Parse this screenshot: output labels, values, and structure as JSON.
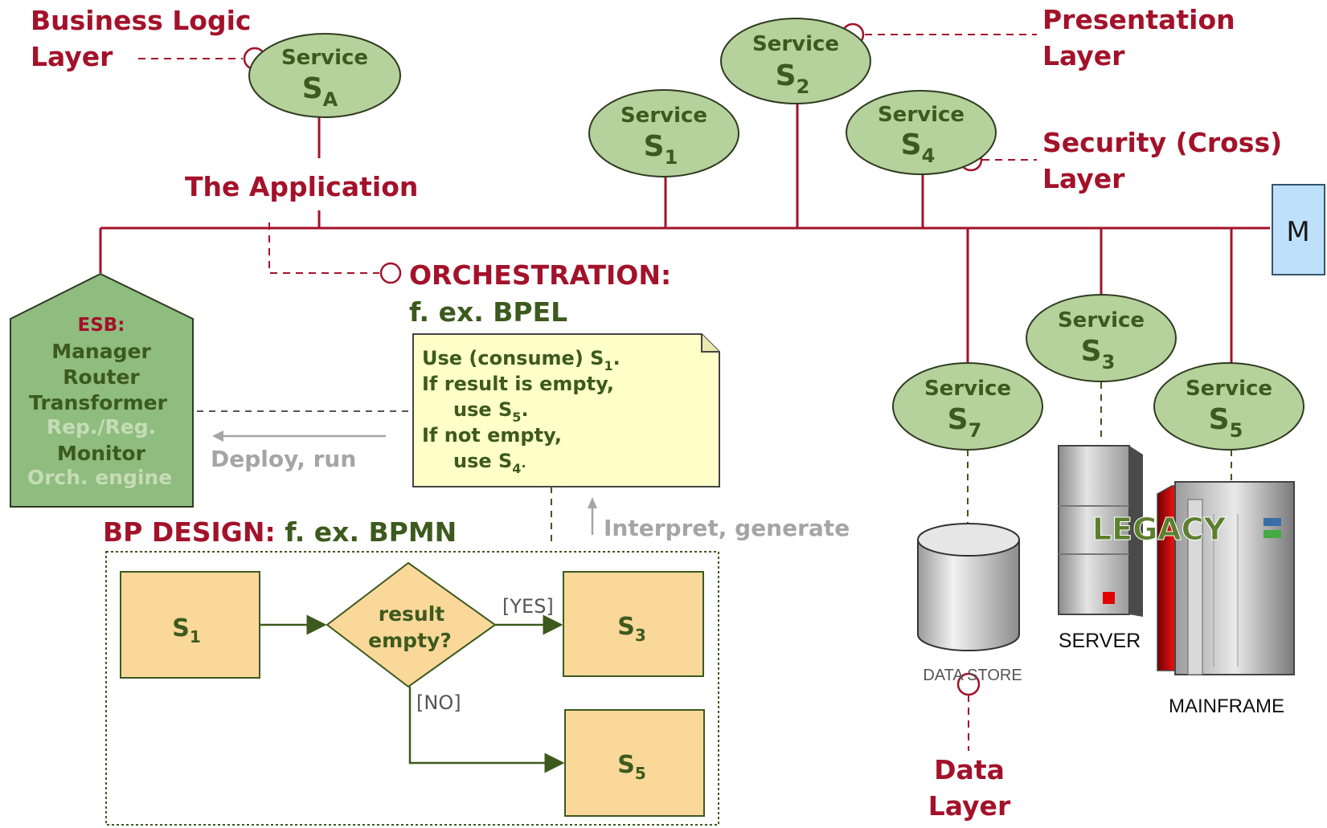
{
  "colors": {
    "accent_red": "#a3122a",
    "label_green": "#3d5a1e",
    "service_fill": "#b5d19c",
    "esb_fill": "#8fbc7f",
    "note_fill": "#ffffc8",
    "bpmn_fill": "#fad89a",
    "monitor_fill": "#bfe0fb",
    "muted_gray": "#a5a5a5"
  },
  "layers": {
    "business_logic": [
      "Business Logic",
      "Layer"
    ],
    "presentation": [
      "Presentation",
      "Layer"
    ],
    "security": [
      "Security (Cross)",
      "Layer"
    ],
    "data": [
      "Data",
      "Layer"
    ]
  },
  "application_label": "The Application",
  "services": {
    "word": "Service",
    "letter": "S",
    "sa": "A",
    "s1": "1",
    "s2": "2",
    "s3": "3",
    "s4": "4",
    "s5": "5",
    "s7": "7"
  },
  "monitor_label": "M",
  "esb": {
    "title": "ESB:",
    "items": [
      "Manager",
      "Router",
      "Transformer"
    ],
    "muted_items": [
      "Rep./Reg."
    ],
    "monitor": "Monitor",
    "orch": "Orch. engine"
  },
  "orchestration": {
    "title": "ORCHESTRATION:",
    "sub": "f. ex. BPEL"
  },
  "note": {
    "line1": "Use (consume) S",
    "line1_sub": "1",
    "line1_end": ".",
    "line2": "If result is empty,",
    "line3": "use S",
    "line3_sub": "5",
    "line3_end": ".",
    "line4": "If not empty,",
    "line5": "use S",
    "line5_sub": "4",
    "line5_end": "."
  },
  "deploy_label": "Deploy, run",
  "interpret_label": "Interpret, generate",
  "bp_design": {
    "title": "BP DESIGN:",
    "sub": " f. ex. BPMN"
  },
  "bpmn": {
    "s1": "1",
    "s3": "3",
    "s5": "5",
    "decision": [
      "result",
      "empty?"
    ],
    "yes": "[YES]",
    "no": "[NO]"
  },
  "legacy_label": "LEGACY",
  "server_label": "SERVER",
  "mainframe_label": "MAINFRAME",
  "datastore_label": "DATA STORE"
}
